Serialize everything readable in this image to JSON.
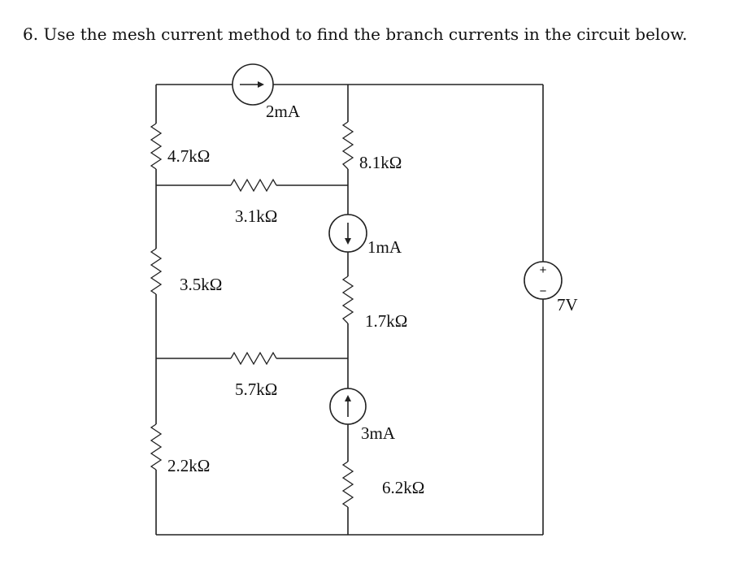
{
  "problem": {
    "text": "6. Use the mesh current method to find the branch currents in the circuit below."
  },
  "circuit": {
    "current_sources": {
      "top": {
        "label": "2mA",
        "direction": "right"
      },
      "middle": {
        "label": "1mA",
        "direction": "down"
      },
      "bottom": {
        "label": "3mA",
        "direction": "up"
      }
    },
    "voltage_source": {
      "label": "7V",
      "plus": "+",
      "minus": "−"
    },
    "resistors": {
      "left_top": "4.7kΩ",
      "center_top": "8.1kΩ",
      "horizontal_top": "3.1kΩ",
      "left_middle": "3.5kΩ",
      "center_middle": "1.7kΩ",
      "horizontal_bottom": "5.7kΩ",
      "left_bottom": "2.2kΩ",
      "center_bottom": "6.2kΩ"
    }
  }
}
